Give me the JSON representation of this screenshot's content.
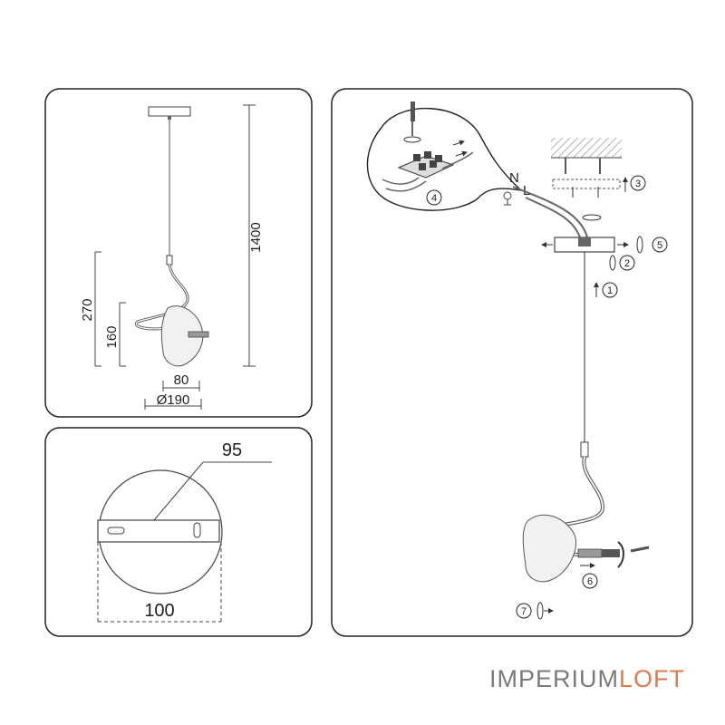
{
  "spec_panel": {
    "height_total": "1400",
    "height_shade_total": "270",
    "height_shade": "160",
    "width_shade": "80",
    "diameter": "Ø190"
  },
  "canopy_panel": {
    "bracket_width": "95",
    "canopy_diameter": "100"
  },
  "install_panel": {
    "neutral_label": "N",
    "live_label": "L",
    "steps": [
      "1",
      "2",
      "3",
      "4",
      "5",
      "6",
      "7"
    ]
  },
  "brand": {
    "part1": "IMPERIUM",
    "part2": "LOFT"
  },
  "colors": {
    "brand_gray": "#7a7a7a",
    "brand_orange": "#e07a52",
    "line": "#444444"
  }
}
